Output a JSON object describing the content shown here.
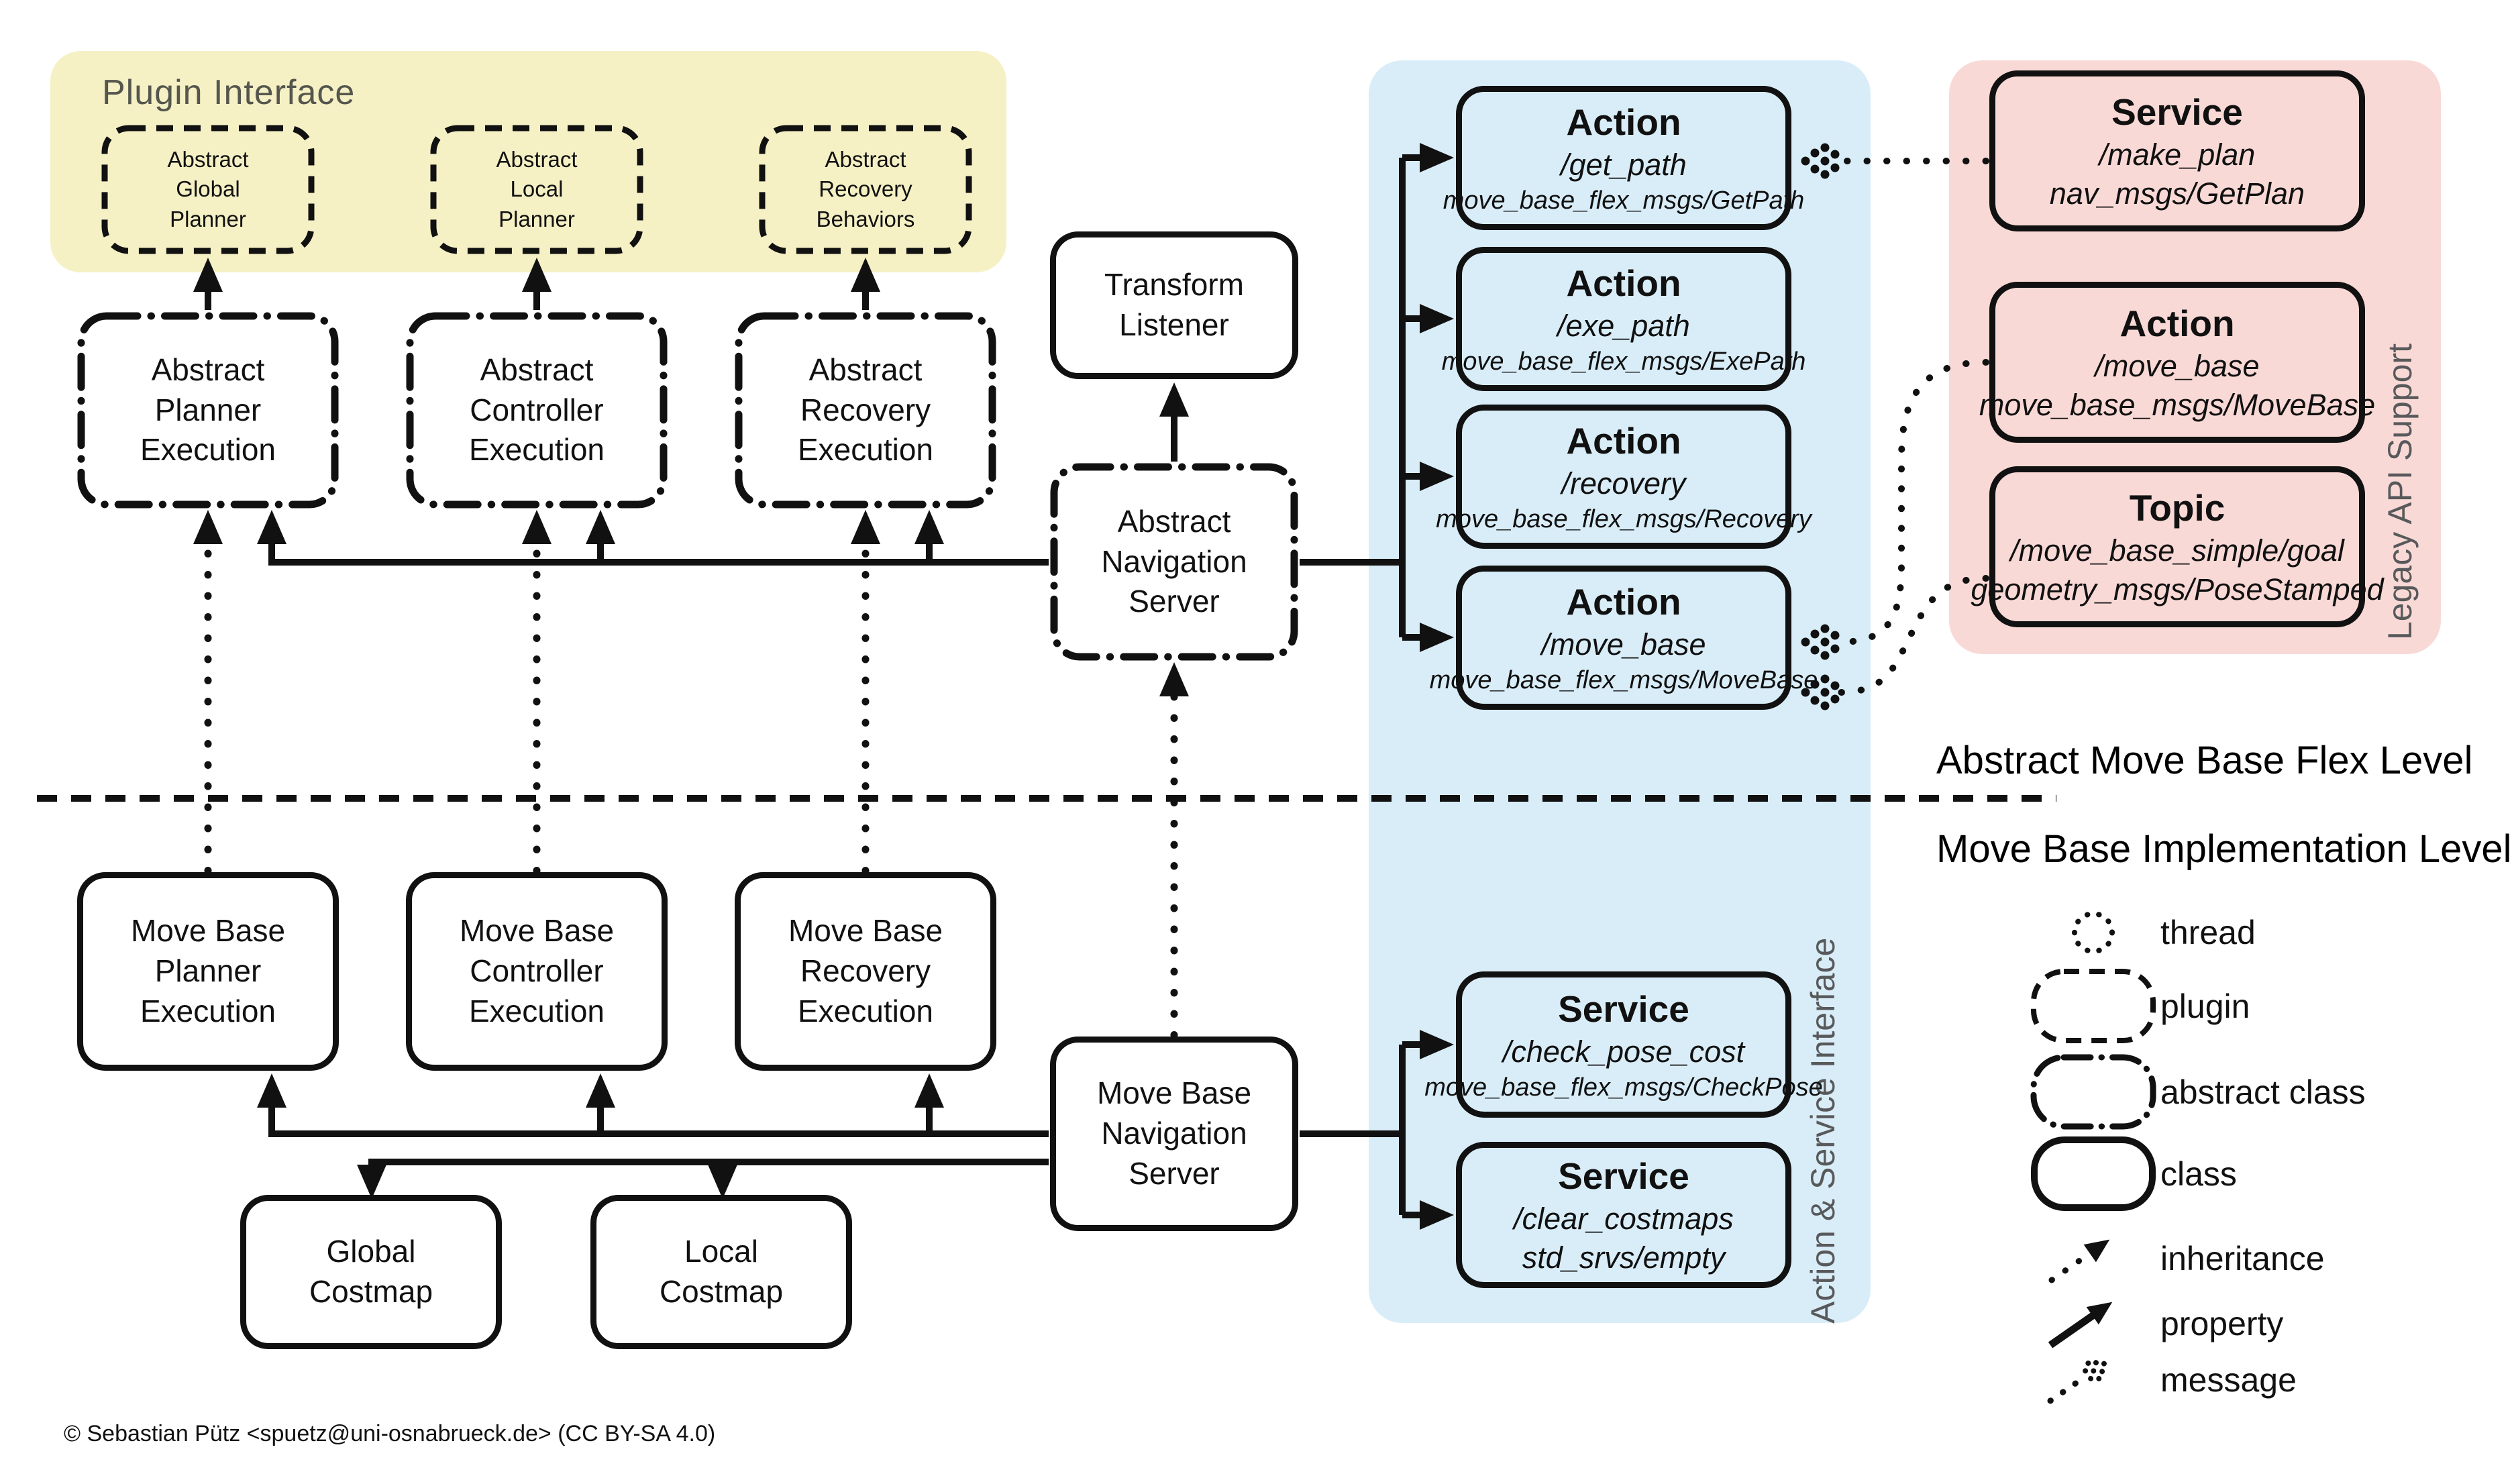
{
  "panels": {
    "plugin_interface": {
      "label": "Plugin Interface"
    },
    "action_service_interface": {
      "label": "Action & Service Interface"
    },
    "legacy_api": {
      "label": "Legacy API Support"
    }
  },
  "plugin_boxes": [
    {
      "label": "Abstract\nGlobal\nPlanner"
    },
    {
      "label": "Abstract\nLocal\nPlanner"
    },
    {
      "label": "Abstract\nRecovery\nBehaviors"
    }
  ],
  "abstract_executions": [
    {
      "label": "Abstract\nPlanner\nExecution"
    },
    {
      "label": "Abstract\nController\nExecution"
    },
    {
      "label": "Abstract\nRecovery\nExecution"
    }
  ],
  "move_base_executions": [
    {
      "label": "Move Base\nPlanner\nExecution"
    },
    {
      "label": "Move Base\nController\nExecution"
    },
    {
      "label": "Move Base\nRecovery\nExecution"
    }
  ],
  "middle": {
    "transform_listener": "Transform\nListener",
    "abstract_nav_server": "Abstract\nNavigation\nServer",
    "move_base_nav_server": "Move Base\nNavigation\nServer"
  },
  "actions": [
    {
      "title": "Action",
      "topic": "/get_path",
      "msg": "move_base_flex_msgs/GetPath"
    },
    {
      "title": "Action",
      "topic": "/exe_path",
      "msg": "move_base_flex_msgs/ExePath"
    },
    {
      "title": "Action",
      "topic": "/recovery",
      "msg": "move_base_flex_msgs/Recovery"
    },
    {
      "title": "Action",
      "topic": "/move_base",
      "msg": "move_base_flex_msgs/MoveBase"
    }
  ],
  "services": [
    {
      "title": "Service",
      "topic": "/check_pose_cost",
      "msg": "move_base_flex_msgs/CheckPose"
    },
    {
      "title": "Service",
      "topic": "/clear_costmaps",
      "msg": "std_srvs/empty"
    }
  ],
  "legacy_boxes": [
    {
      "title": "Service",
      "topic": "/make_plan",
      "msg": "nav_msgs/GetPlan"
    },
    {
      "title": "Action",
      "topic": "/move_base",
      "msg": "move_base_msgs/MoveBase"
    },
    {
      "title": "Topic",
      "topic": "/move_base_simple/goal",
      "msg": "geometry_msgs/PoseStamped"
    }
  ],
  "costmaps": [
    {
      "label": "Global\nCostmap"
    },
    {
      "label": "Local\nCostmap"
    }
  ],
  "levels": {
    "upper": "Abstract Move Base Flex Level",
    "lower": "Move Base Implementation Level"
  },
  "legend": {
    "items": [
      {
        "icon": "thread-icon",
        "label": "thread"
      },
      {
        "icon": "plugin-icon",
        "label": "plugin"
      },
      {
        "icon": "abstract-class-icon",
        "label": "abstract class"
      },
      {
        "icon": "class-icon",
        "label": "class"
      },
      {
        "icon": "inheritance-icon",
        "label": "inheritance"
      },
      {
        "icon": "property-icon",
        "label": "property"
      },
      {
        "icon": "message-icon",
        "label": "message"
      }
    ]
  },
  "footer": {
    "copyright": "© Sebastian Pütz <spuetz@uni-osnabrueck.de> (CC BY-SA 4.0)"
  },
  "colors": {
    "panel_yellow": "#f5f1c5",
    "panel_blue": "#d9edf8",
    "panel_pink": "#f9d9d6",
    "label_gray": "#55564e",
    "line_black": "#111111"
  }
}
